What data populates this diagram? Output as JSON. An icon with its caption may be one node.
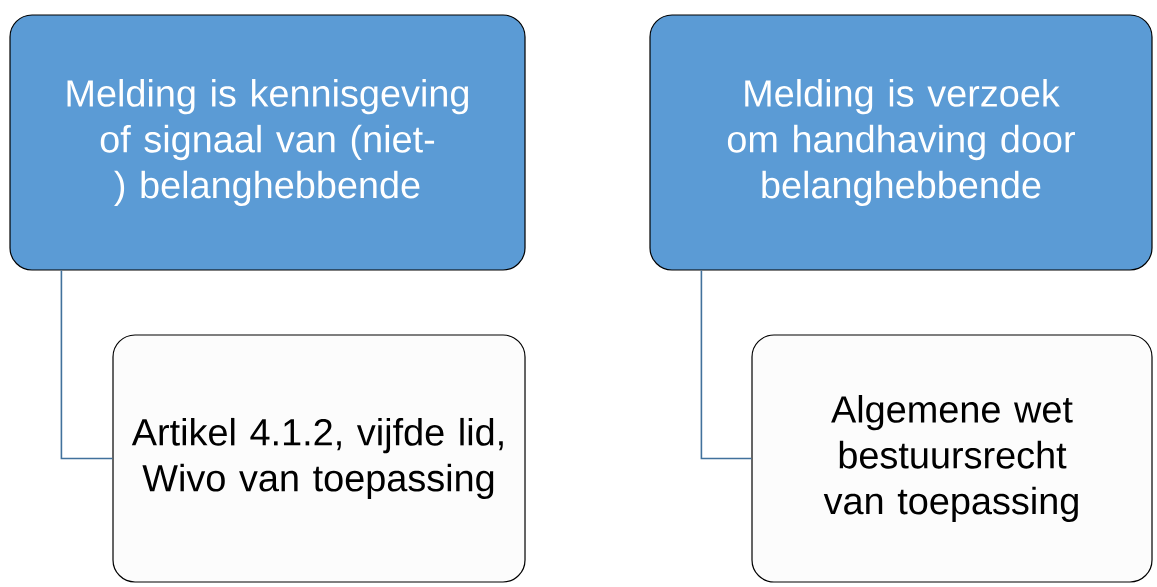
{
  "diagram": {
    "nodes": [
      {
        "text": [
          "Melding is kennisgeving of signaal van (niet-) belanghebbende"
        ]
      },
      {
        "text": [
          "Artikel 4.1.2, vijfde lid, Wivo van toepassing"
        ]
      },
      {
        "text": [
          "Melding is verzoek om handhaving door belanghebbende"
        ]
      },
      {
        "text": [
          "Algemene wet bestuursrecht van toepassing"
        ]
      }
    ],
    "edges": [
      {
        "from": 0,
        "to": 1,
        "arrow": "none"
      },
      {
        "from": 2,
        "to": 3,
        "arrow": "none"
      }
    ]
  }
}
